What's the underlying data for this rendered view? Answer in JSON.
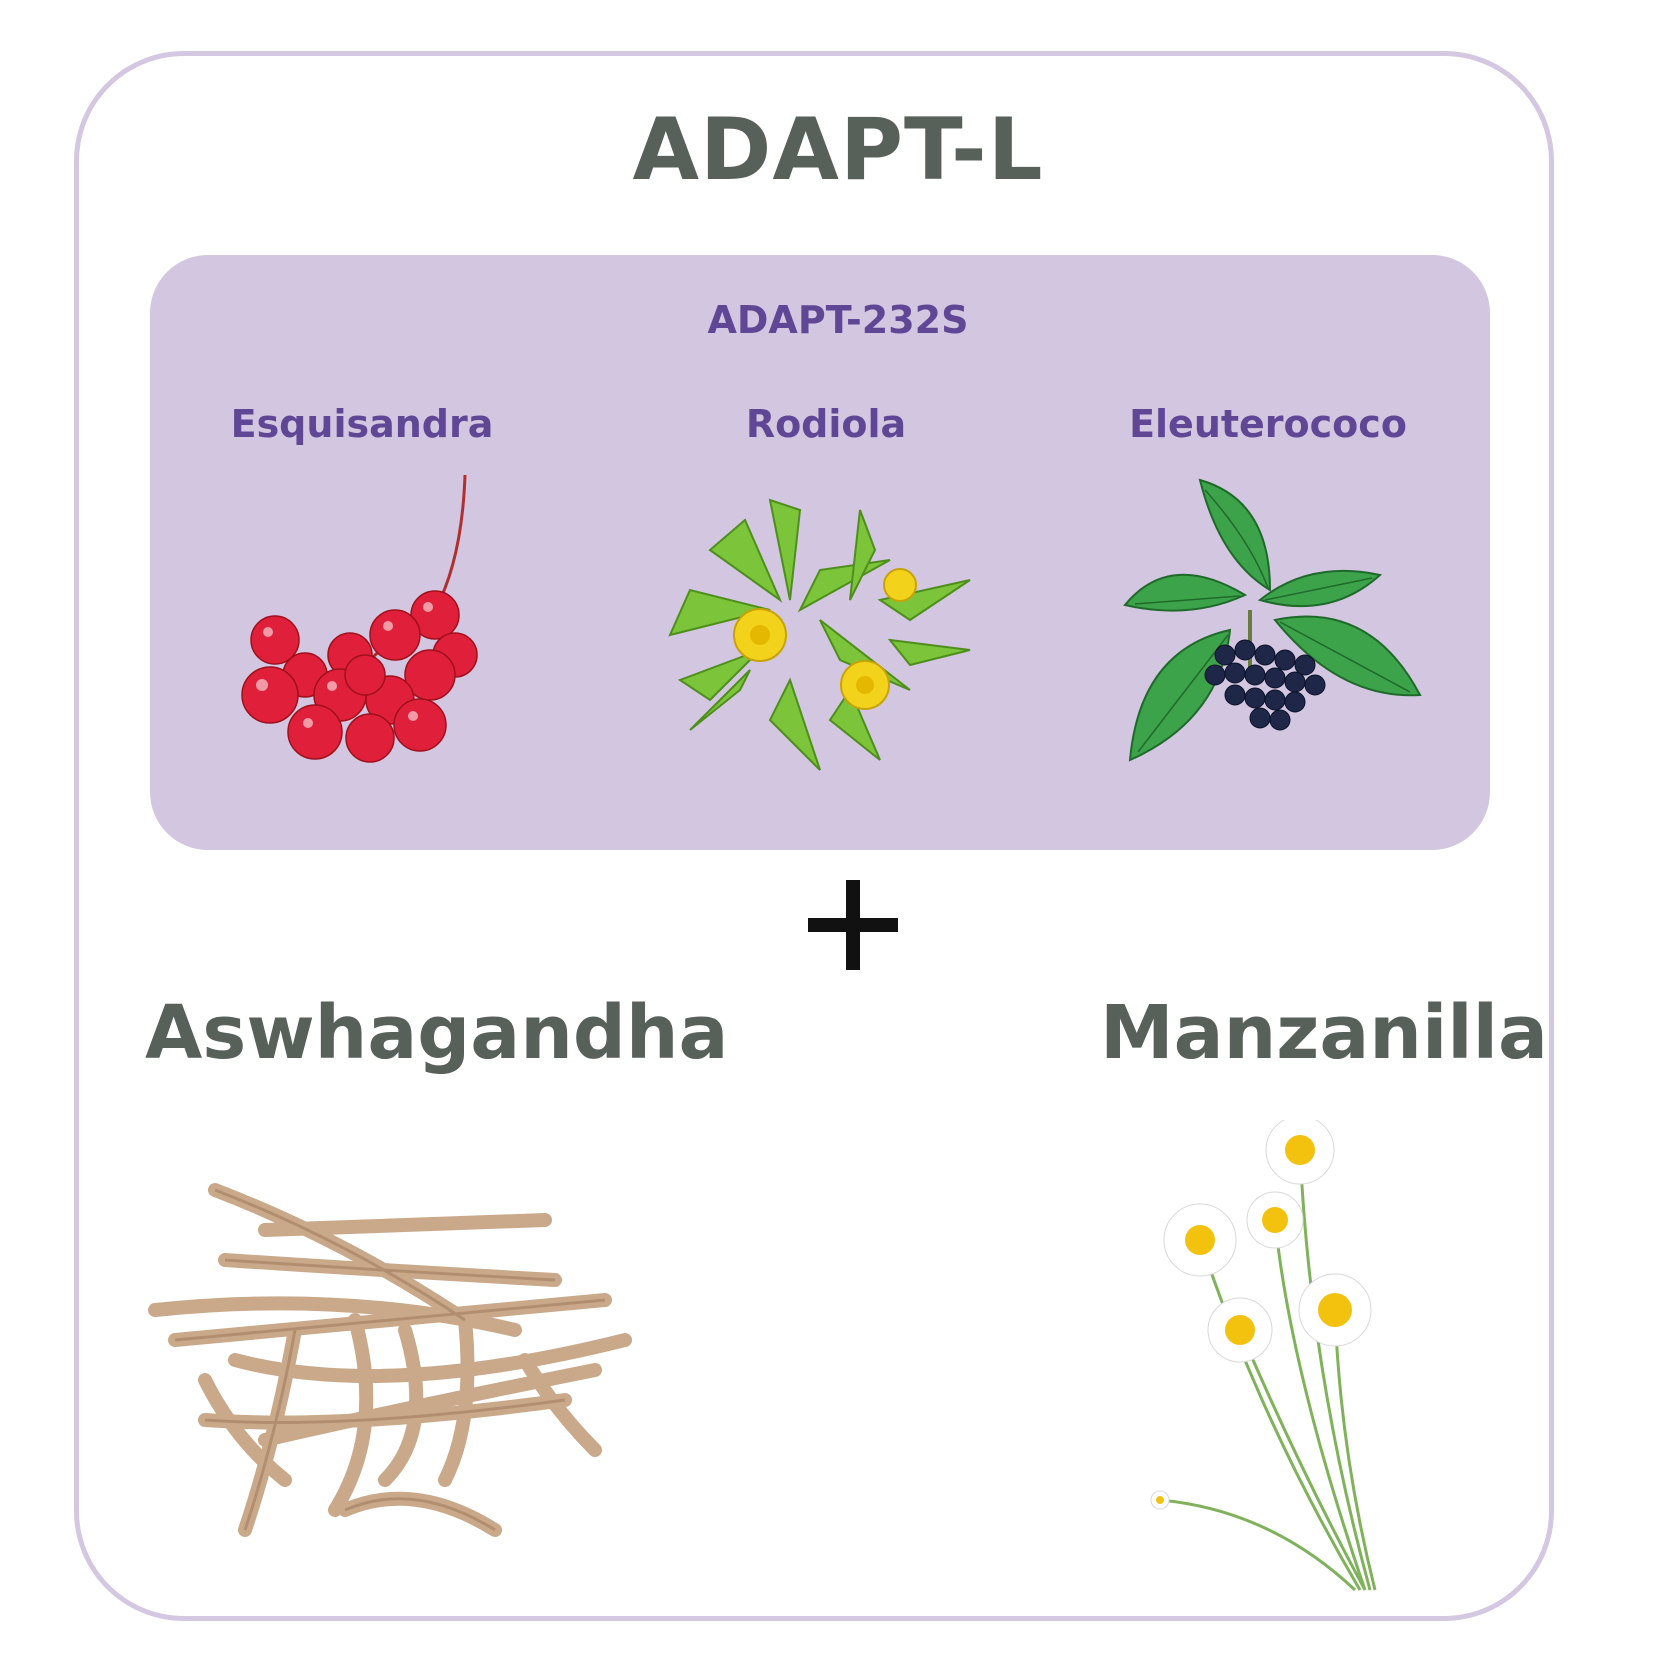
{
  "main_title": "ADAPT-L",
  "panel": {
    "title": "ADAPT-232S",
    "herbs": [
      {
        "label": "Esquisandra",
        "icon": "red-berries-icon"
      },
      {
        "label": "Rodiola",
        "icon": "rhodiola-flower-icon"
      },
      {
        "label": "Eleuterococo",
        "icon": "eleutherococcus-berries-icon"
      }
    ]
  },
  "plus_icon": "plus-icon",
  "extras": [
    {
      "label": "Aswhagandha",
      "icon": "roots-icon"
    },
    {
      "label": "Manzanilla",
      "icon": "chamomile-flower-icon"
    }
  ],
  "colors": {
    "border": "#d3c7e1",
    "panel_bg": "#d2c6e0",
    "panel_text": "#5f4795",
    "title_text": "#58605a"
  }
}
